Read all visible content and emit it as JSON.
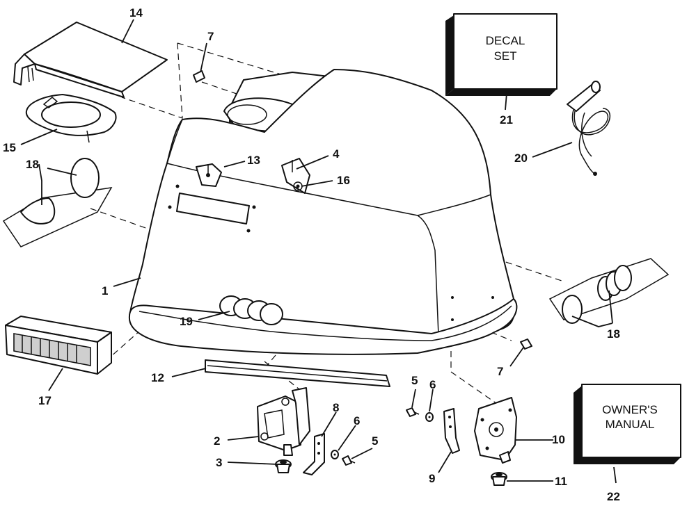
{
  "callouts": {
    "c1": "1",
    "c2": "2",
    "c3": "3",
    "c4": "4",
    "c5a": "5",
    "c5b": "5",
    "c6a": "6",
    "c6b": "6",
    "c7a": "7",
    "c7b": "7",
    "c8": "8",
    "c9": "9",
    "c10": "10",
    "c11": "11",
    "c12": "12",
    "c13": "13",
    "c14": "14",
    "c15": "15",
    "c16": "16",
    "c17": "17",
    "c18a": "18",
    "c18b": "18",
    "c19": "19",
    "c20": "20",
    "c21": "21",
    "c22": "22"
  },
  "boxes": {
    "decal_line1": "DECAL",
    "decal_line2": "SET",
    "manual_line1": "OWNER'S",
    "manual_line2": "MANUAL"
  }
}
